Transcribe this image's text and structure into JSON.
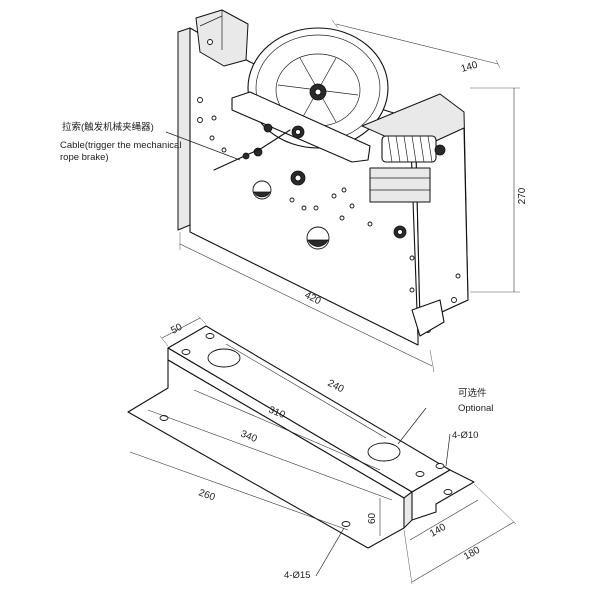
{
  "labels": {
    "cable_cn": "拉索(触发机械夹绳器)",
    "cable_en_line1": "Cable(trigger the mechanical",
    "cable_en_line2": "rope brake)",
    "optional_cn": "可选件",
    "optional_en": "Optional",
    "holes_small": "4-Ø10",
    "holes_large": "4-Ø15"
  },
  "dimensions": {
    "top_depth": "140",
    "top_height": "270",
    "top_length": "420",
    "base_edge": "50",
    "base_240": "240",
    "base_310": "310",
    "base_340": "340",
    "base_260": "260",
    "base_height": "60",
    "base_140": "140",
    "base_180": "180"
  }
}
